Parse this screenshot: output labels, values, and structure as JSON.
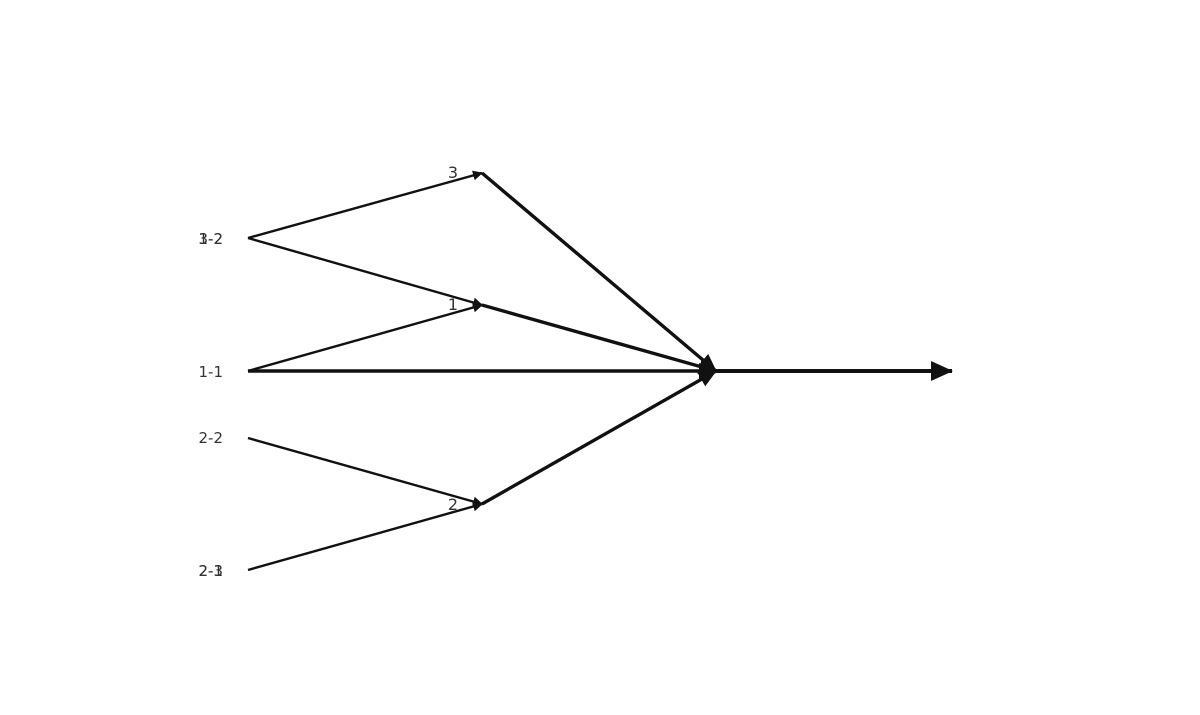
{
  "title": "",
  "head_label": "",
  "causes": {
    "c3": "3",
    "c1": "1",
    "c2": "2"
  },
  "subcauses": {
    "s3_2": "3-2",
    "s1_2": "1-2",
    "s1_1": "1-1",
    "s2_2": "2-2",
    "s2_3": "2-3",
    "s2_1": "2-1"
  }
}
